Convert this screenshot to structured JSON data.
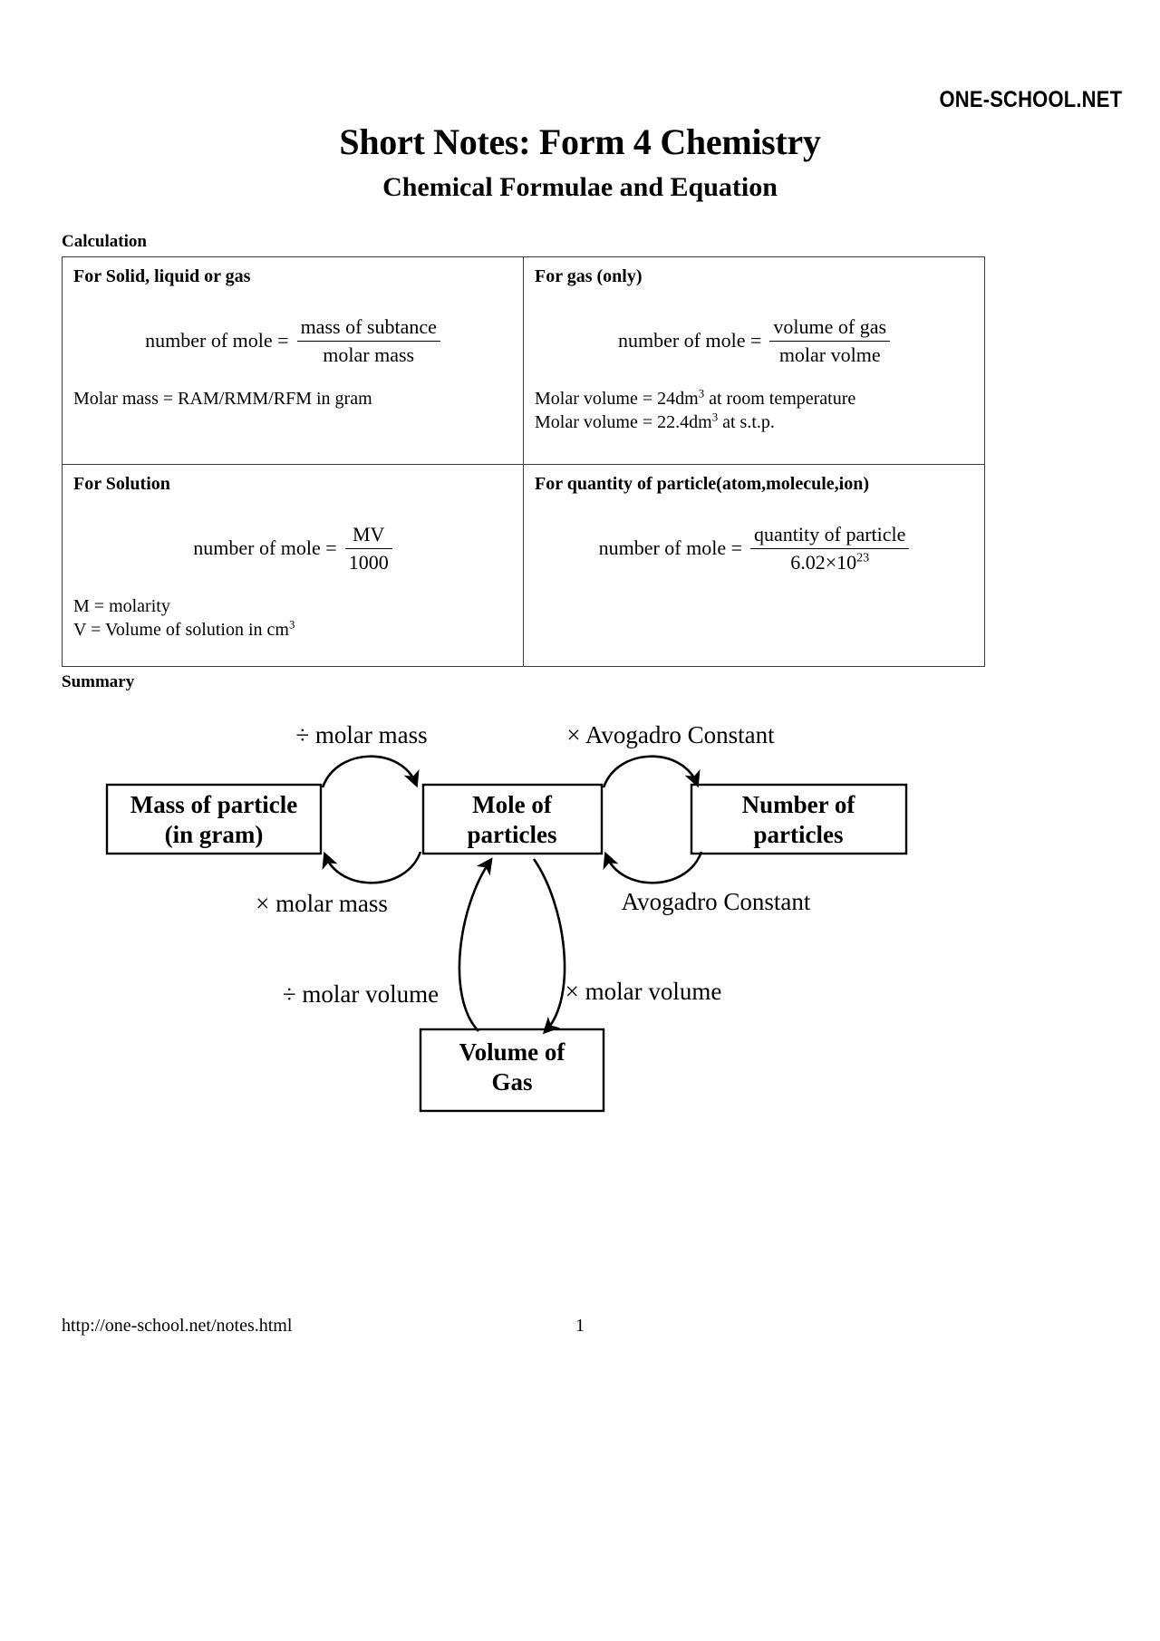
{
  "header": {
    "logo": "ONE-SCHOOL.NET"
  },
  "titles": {
    "main": "Short Notes: Form 4 Chemistry",
    "sub": "Chemical Formulae and Equation"
  },
  "sections": {
    "calculation_label": "Calculation",
    "summary_label": "Summary"
  },
  "table": {
    "cells": [
      {
        "heading": "For Solid, liquid or gas",
        "formula": {
          "lhs": "number of mole =",
          "numerator": "mass of subtance",
          "denominator": "molar mass"
        },
        "notes": [
          "Molar mass = RAM/RMM/RFM in gram"
        ]
      },
      {
        "heading": "For gas (only)",
        "formula": {
          "lhs": "number of mole =",
          "numerator": "volume of gas",
          "denominator": "molar volme"
        },
        "notes": [
          "Molar volume = 24dm3 at room temperature",
          "Molar volume = 22.4dm3 at s.t.p."
        ]
      },
      {
        "heading": "For Solution",
        "formula": {
          "lhs": "number of mole =",
          "numerator": "MV",
          "denominator": "1000"
        },
        "notes": [
          "M = molarity",
          "V = Volume of solution in cm3"
        ]
      },
      {
        "heading": "For quantity of particle(atom,molecule,ion)",
        "formula": {
          "lhs": "number of mole =",
          "numerator": "quantity of particle",
          "denominator": "6.02x1023"
        },
        "notes": []
      }
    ],
    "note_parts": {
      "gas_note_1_pre": "Molar volume = 24dm",
      "gas_note_1_sup": "3",
      "gas_note_1_post": " at room temperature",
      "gas_note_2_pre": "Molar volume = 22.4dm",
      "gas_note_2_sup": "3",
      "gas_note_2_post": " at s.t.p.",
      "sol_note_1": "M = molarity",
      "sol_note_2_pre": "V = Volume of solution in cm",
      "sol_note_2_sup": "3",
      "avogadro_pre": "6.02",
      "avogadro_times": "×",
      "avogadro_base": "10",
      "avogadro_exp": "23"
    }
  },
  "diagram": {
    "boxes": [
      {
        "id": "mass-of-particle",
        "line1": "Mass of particle",
        "line2": "(in gram)"
      },
      {
        "id": "mole-of-particles",
        "line1": "Mole of",
        "line2": "particles"
      },
      {
        "id": "number-of-particles",
        "line1": "Number of",
        "line2": "particles"
      },
      {
        "id": "volume-of-gas",
        "line1": "Volume of",
        "line2": "Gas"
      }
    ],
    "labels": [
      {
        "id": "divide-molar-mass",
        "text": "÷ molar mass"
      },
      {
        "id": "times-avogadro-constant",
        "text": "× Avogadro Constant"
      },
      {
        "id": "times-molar-mass",
        "text": "× molar mass"
      },
      {
        "id": "avogadro-constant",
        "text": "Avogadro Constant"
      },
      {
        "id": "divide-molar-volume",
        "text": "÷ molar volume"
      },
      {
        "id": "times-molar-volume",
        "text": "× molar volume"
      }
    ]
  },
  "footer": {
    "url": "http://one-school.net/notes.html",
    "page_number": "1"
  },
  "colors": {
    "text": "#000000",
    "background": "#ffffff",
    "table_border": "#3b3b3b"
  }
}
